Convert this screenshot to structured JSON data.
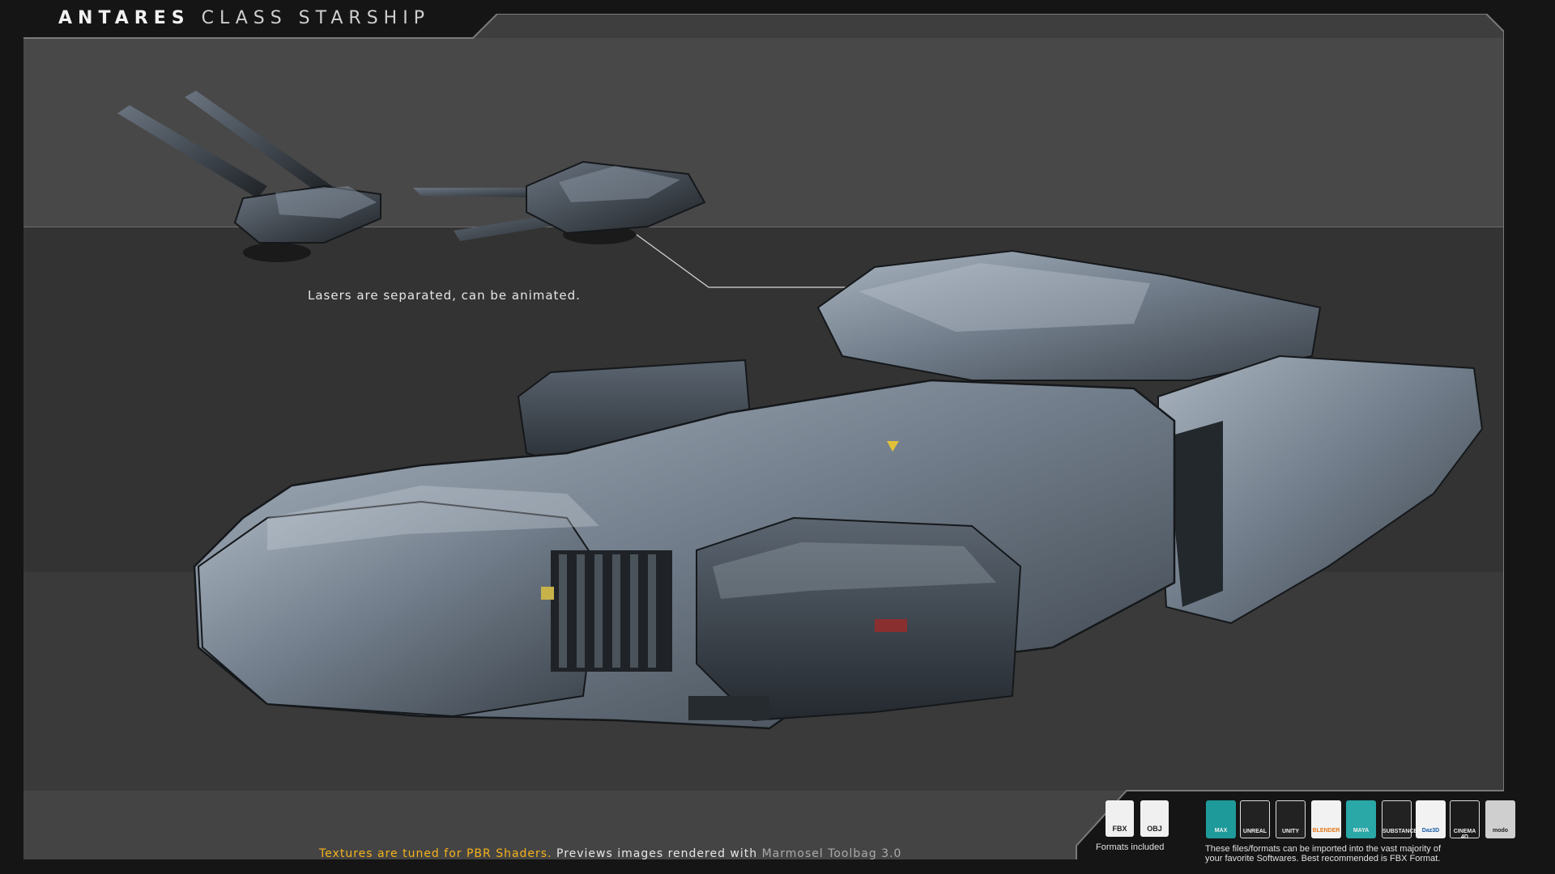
{
  "title": {
    "bold": "ANTARES",
    "light": "CLASS STARSHIP"
  },
  "lasers_caption": "Lasers are separated, can be animated.",
  "footer_note": {
    "part1": "Textures are tuned for PBR Shaders.",
    "part2": " Previews images rendered with ",
    "part3": "Marmosel Toolbag 3.0"
  },
  "formats": {
    "icons": [
      "FBX",
      "OBJ"
    ],
    "label": "Formats included"
  },
  "software": {
    "icons": [
      "MAX",
      "UNREAL",
      "UNITY",
      "BLENDER",
      "MAYA",
      "SUBSTANCE",
      "Daz3D",
      "CINEMA 4D",
      "modo"
    ],
    "note_line1": "These files/formats can be imported into the vast majority of",
    "note_line2": "your favorite Softwares. Best recommended is FBX Format."
  },
  "colors": {
    "accent": "#f5b21a",
    "background": "#151515",
    "panel": "#3e3e3e"
  }
}
